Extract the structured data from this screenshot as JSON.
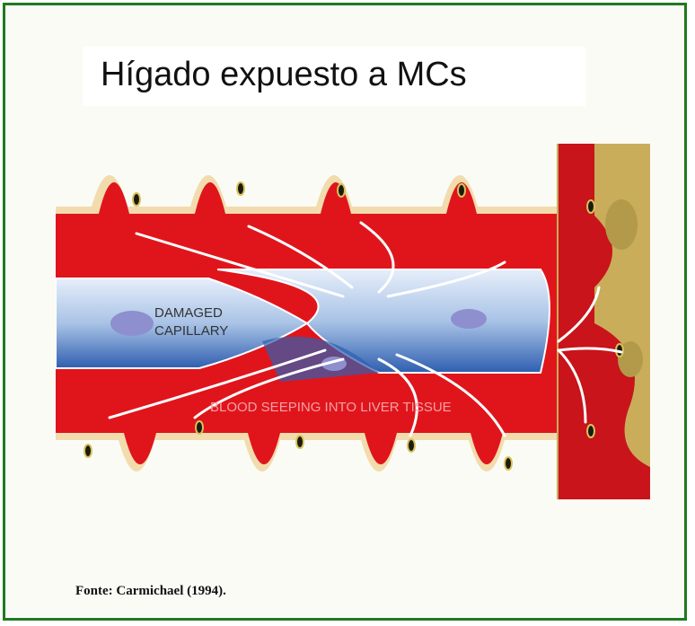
{
  "title": "Hígado expuesto a MCs",
  "labels": {
    "damaged_capillary_line1": "DAMAGED",
    "damaged_capillary_line2": "CAPILLARY",
    "blood_seeping": "BLOOD SEEPING INTO LIVER TISSUE"
  },
  "source": "Fonte: Carmichael (1994).",
  "colors": {
    "frame": "#1f7a1f",
    "blood": "#e0151b",
    "capillary": "#a9c3e6",
    "liver_tissue": "#c9ad5a"
  }
}
